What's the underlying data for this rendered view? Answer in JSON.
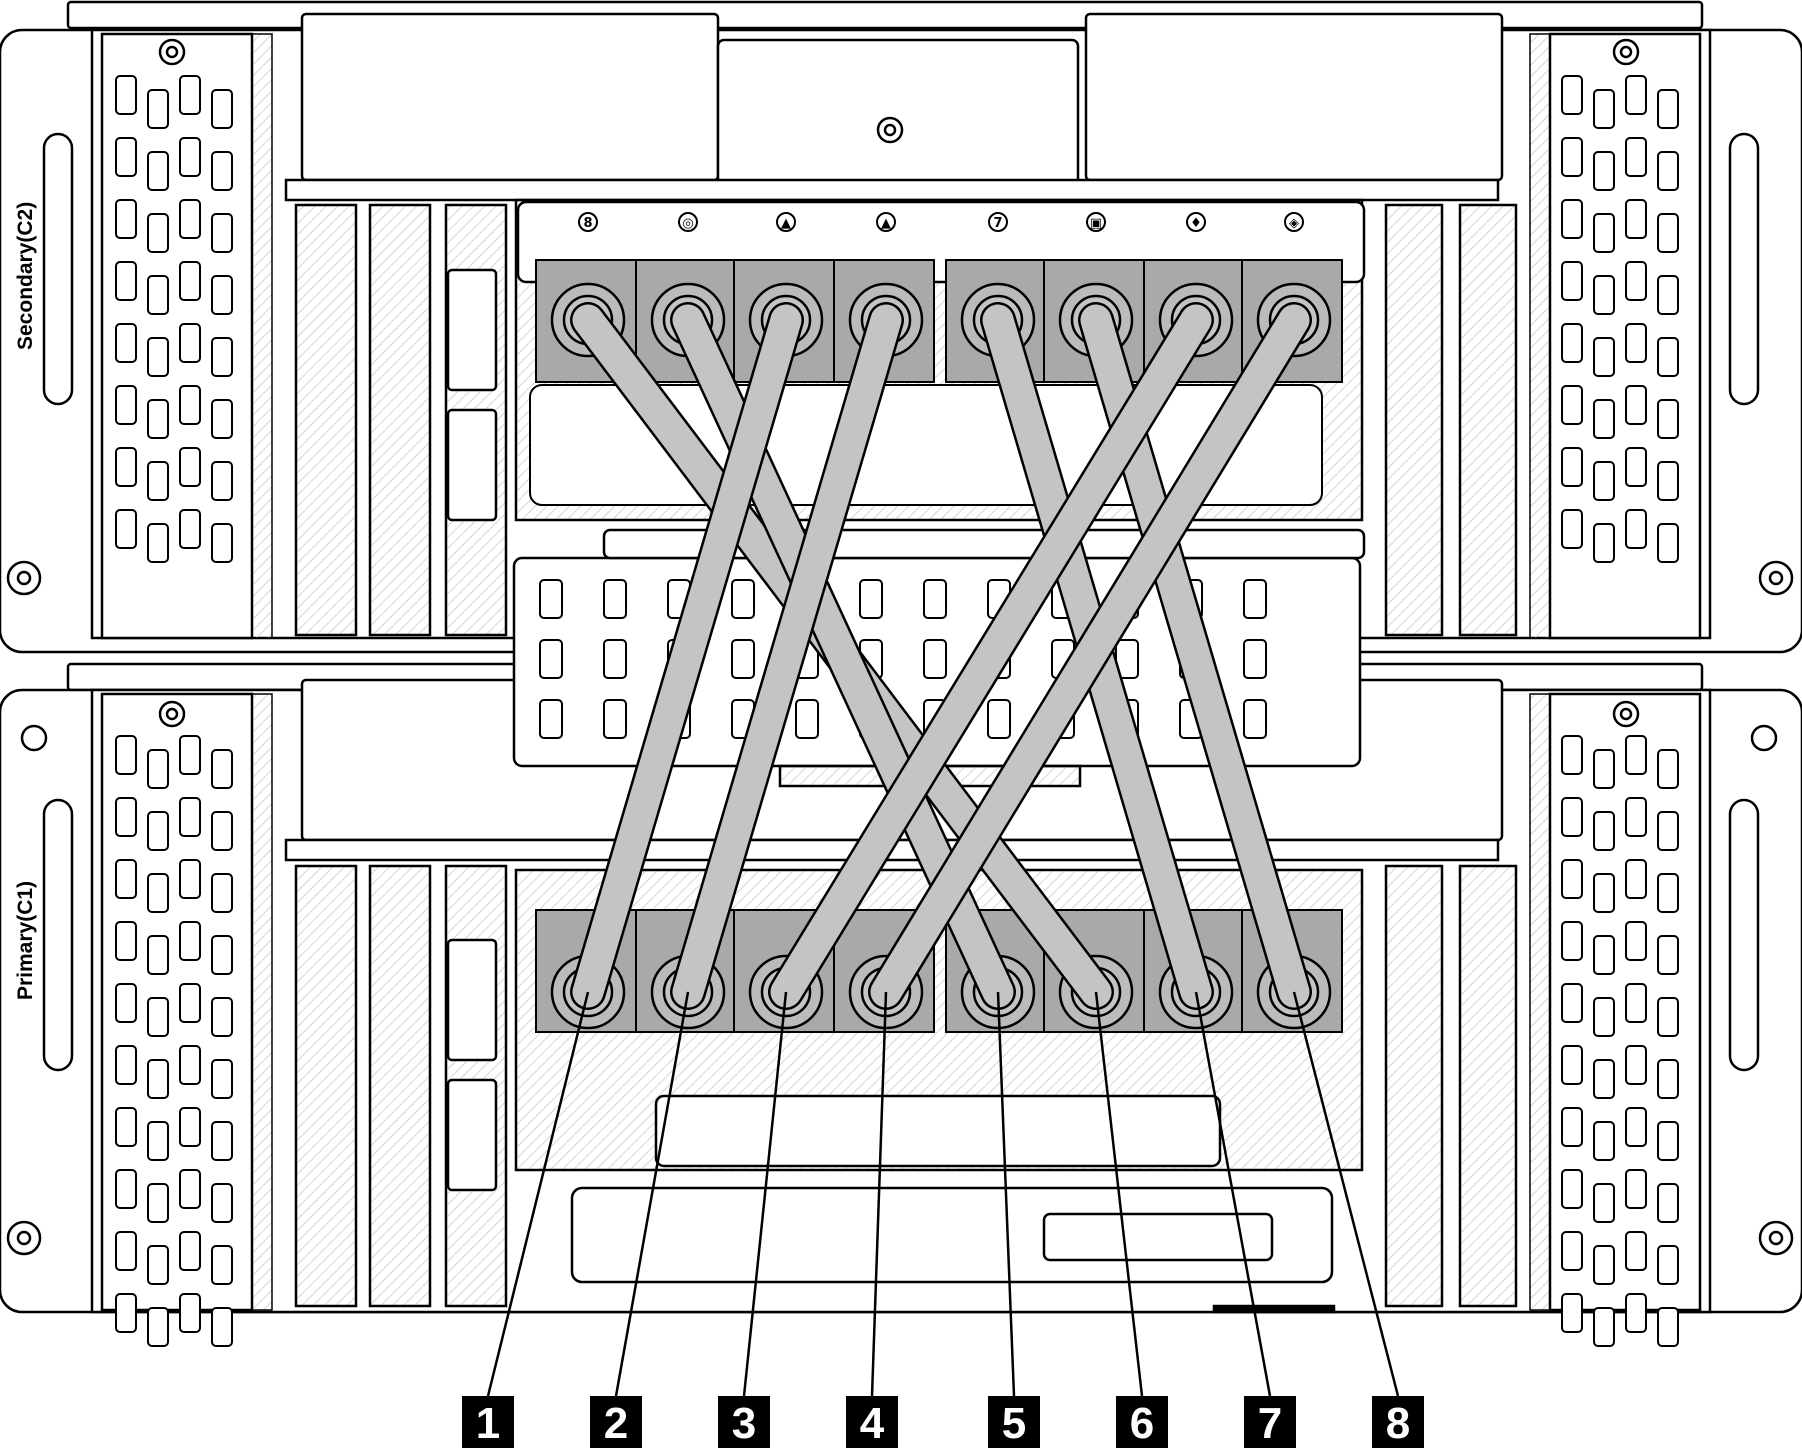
{
  "labels": {
    "secondary": "Secondary(C2)",
    "primary": "Primary(C1)"
  },
  "port_symbols": [
    "8",
    "◎",
    "▲",
    "▲",
    "7",
    "▣",
    "♦",
    "◈"
  ],
  "callouts": [
    "1",
    "2",
    "3",
    "4",
    "5",
    "6",
    "7",
    "8"
  ],
  "cable_map": [
    {
      "callout": "1",
      "from_top_port": 1,
      "to_bottom_port": 6
    },
    {
      "callout": "2",
      "from_top_port": 2,
      "to_bottom_port": 5
    },
    {
      "callout": "3",
      "from_top_port": 3,
      "to_bottom_port": 1
    },
    {
      "callout": "4",
      "from_top_port": 4,
      "to_bottom_port": 2
    },
    {
      "callout": "5",
      "from_top_port": 5,
      "to_bottom_port": 7
    },
    {
      "callout": "6",
      "from_top_port": 6,
      "to_bottom_port": 8
    },
    {
      "callout": "7",
      "from_top_port": 7,
      "to_bottom_port": 3
    },
    {
      "callout": "8",
      "from_top_port": 8,
      "to_bottom_port": 4
    }
  ],
  "colors": {
    "line": "#000000",
    "cable": "#c4c4c4",
    "port": "#a9a9a9",
    "hatch": "#d5d5d5",
    "callout_bg": "#000000",
    "callout_text": "#ffffff"
  }
}
